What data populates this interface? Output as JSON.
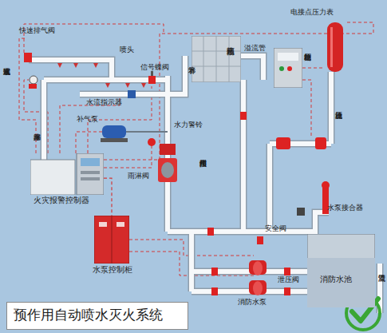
{
  "diagram": {
    "caption": "预作用自动喷水灭火系统",
    "nodes": [
      {
        "text": [
          "电接点压力表"
        ]
      },
      {
        "text": [
          "高位水箱"
        ]
      },
      {
        "text": [
          "稳压控制箱"
        ]
      },
      {
        "text": [
          "火灾报警控制器"
        ]
      },
      {
        "text": [
          "水泵控制柜"
        ]
      },
      {
        "text": [
          "消防水池"
        ]
      }
    ],
    "edges": [
      {
        "from": 3,
        "to": 4,
        "arrow": "none"
      }
    ],
    "labels": [
      "快速排气阀",
      "喷头",
      "末端试水装置",
      "信号蝶阀",
      "补水管",
      "溢流管",
      "水流指示器",
      "补气泵",
      "水力警铃",
      "排水漏斗",
      "预作用阀组",
      "雨淋阀",
      "稳压设施",
      "水泵接合器",
      "安全阀",
      "泄压阀",
      "消防水泵",
      "溢流管"
    ]
  }
}
